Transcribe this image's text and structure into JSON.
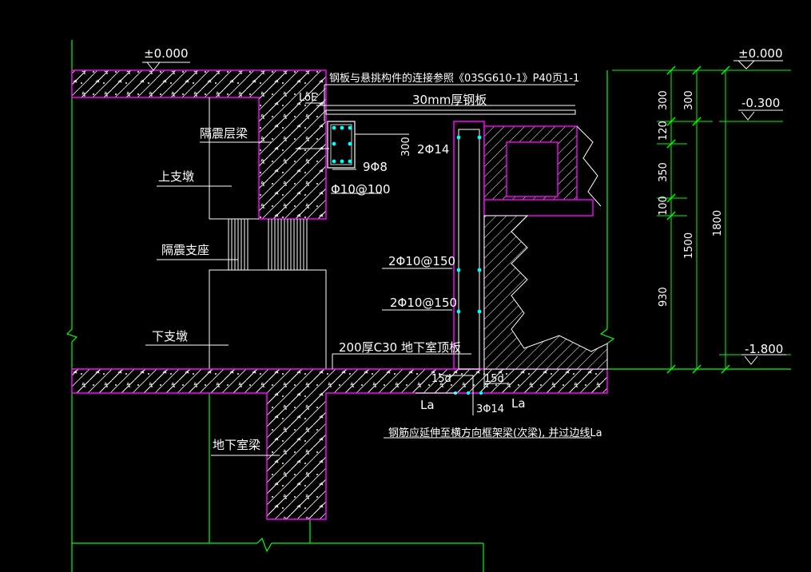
{
  "colors": {
    "background": "#000000",
    "green": "#00ff00",
    "magenta": "#ff00ff",
    "white": "#ffffff",
    "cyan": "#00ffff",
    "red": "#ff0000"
  },
  "labels": {
    "level_top_left": "±0.000",
    "level_top_right": "±0.000",
    "level_mid_right": "-0.300",
    "level_bottom_right": "-1.800",
    "note_steel_plate_connection": "钢板与悬挑构件的连接参照《03SG610-1》P40页1-1",
    "steel_plate": "30mm厚钢板",
    "loe": "LoE",
    "isolation_beam": "隔震层梁",
    "upper_pier": "上支墩",
    "isolation_bearing": "隔震支座",
    "lower_pier": "下支墩",
    "basement_beam": "地下室梁",
    "rebar_2d14": "2Φ14",
    "rebar_9d8": "9Φ8",
    "stirrup_d10_100": "Φ10@100",
    "rebar_2d10_150_a": "2Φ10@150",
    "rebar_2d10_150_b": "2Φ10@150",
    "slab_note": "200厚C30 地下室顶板",
    "anchor_15d_left": "15d",
    "anchor_15d_right": "15d",
    "la_left": "La",
    "la_right": "La",
    "rebar_3d14": "3Φ14",
    "extend_note": "钢筋应延伸至横方向框架梁(次梁), 并过边线La",
    "dim_300_short": "300"
  },
  "dimensions": {
    "col1": [
      "300",
      "120",
      "350",
      "100",
      "930"
    ],
    "col2": [
      "300",
      "1500"
    ],
    "col3": [
      "1800"
    ]
  }
}
